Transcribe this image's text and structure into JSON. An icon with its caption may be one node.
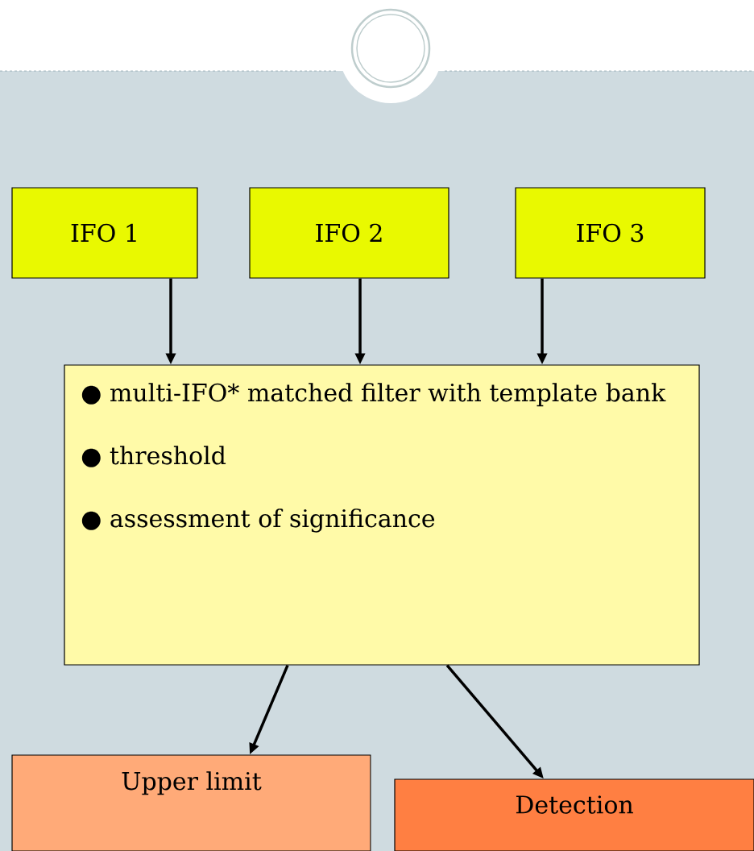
{
  "diagram": {
    "nodes": [
      {
        "text": [
          "IFO 1"
        ]
      },
      {
        "text": [
          "IFO 2"
        ]
      },
      {
        "text": [
          "IFO 3"
        ]
      },
      {
        "text": [
          "● multi-IFO* matched filter with template bank",
          "● threshold",
          "● assessment of significance"
        ]
      },
      {
        "text": [
          "Upper limit"
        ]
      },
      {
        "text": [
          "Detection"
        ]
      }
    ],
    "edges": [
      {
        "from": 0,
        "to": 3,
        "arrow": "to"
      },
      {
        "from": 1,
        "to": 3,
        "arrow": "to"
      },
      {
        "from": 2,
        "to": 3,
        "arrow": "to"
      },
      {
        "from": 3,
        "to": 4,
        "arrow": "to"
      },
      {
        "from": 3,
        "to": 5,
        "arrow": "to"
      }
    ]
  }
}
